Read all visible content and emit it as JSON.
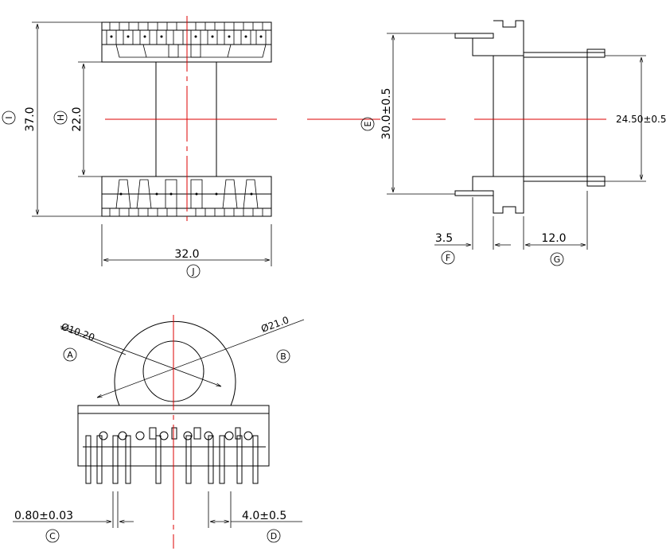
{
  "dims": {
    "i": "37.0",
    "h": "22.0",
    "j": "32.0",
    "e": "30.0±0.5",
    "k": "24.50±0.5",
    "f": "3.5",
    "g": "12.0",
    "a": "Ø10.20",
    "b": "Ø21.0",
    "c": "0.80±0.03",
    "d": "4.0±0.5"
  },
  "bubbles": {
    "i": "I",
    "h": "H",
    "j": "J",
    "e": "E",
    "f": "F",
    "g": "G",
    "a": "A",
    "b": "B",
    "c": "C",
    "d": "D"
  }
}
